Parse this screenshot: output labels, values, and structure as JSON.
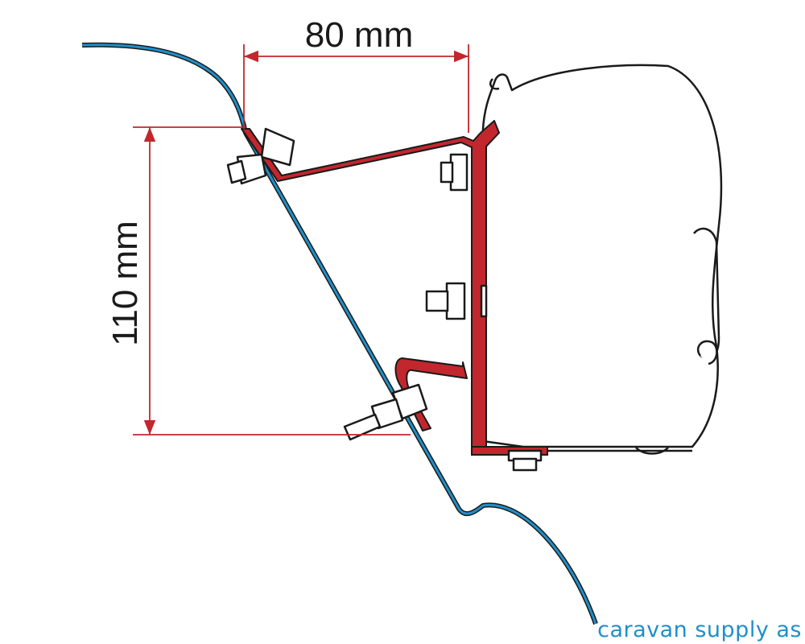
{
  "dimensions": {
    "horizontal_label": "80 mm",
    "vertical_label": "110 mm"
  },
  "watermark": {
    "text": "caravan supply as"
  },
  "colors": {
    "bracket": "#c1272d",
    "vehicle_outline": "#1f8fc8",
    "dimension_line": "#c1272d",
    "outline": "#1a1a1a",
    "brand": "#1f8fc8"
  }
}
